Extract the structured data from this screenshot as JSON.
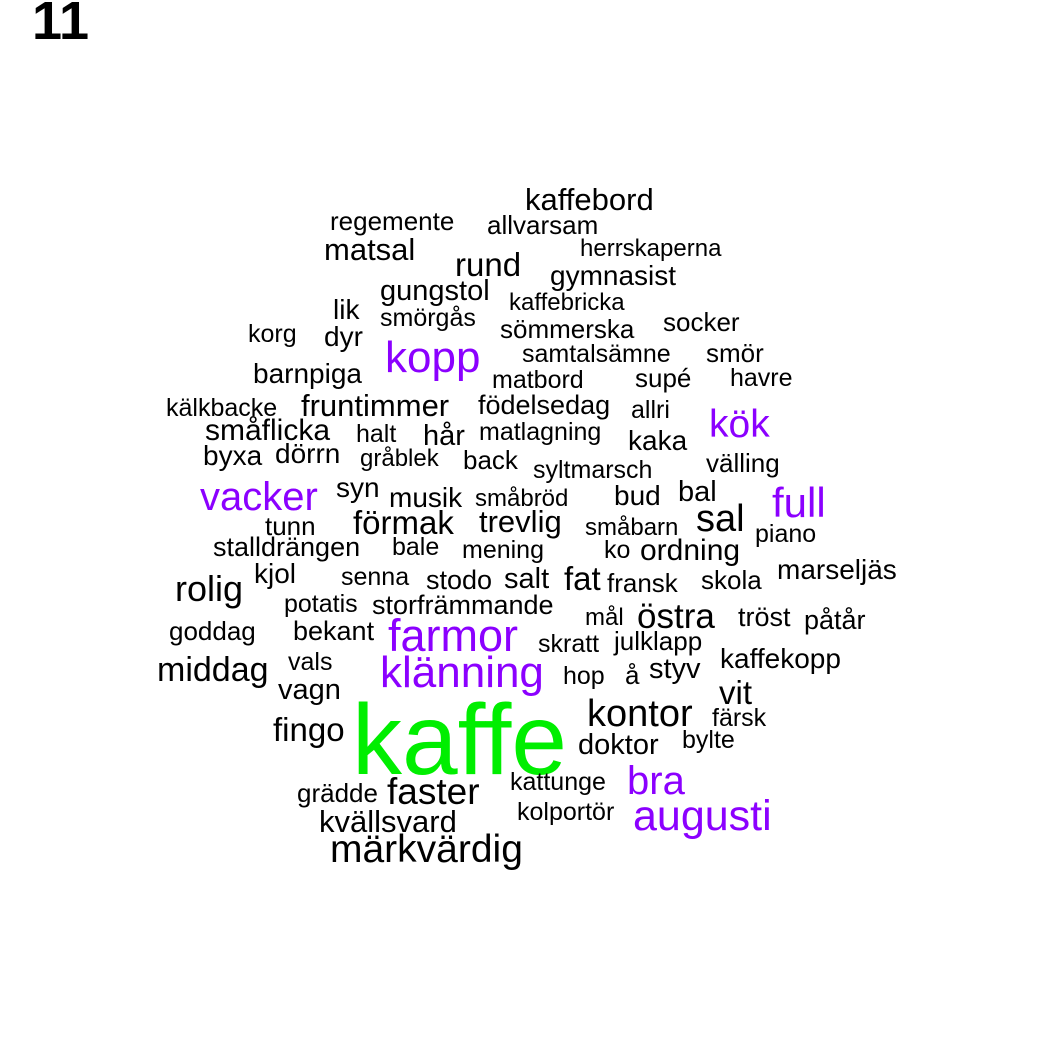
{
  "panel_label": "11",
  "colors": {
    "black": "#000000",
    "purple": "#8b00ff",
    "green": "#00ee00"
  },
  "words": [
    {
      "text": "kaffe",
      "color": "green"
    },
    {
      "text": "kaffebord",
      "color": "black"
    },
    {
      "text": "regemente",
      "color": "black"
    },
    {
      "text": "allvarsam",
      "color": "black"
    },
    {
      "text": "herrskaperna",
      "color": "black"
    },
    {
      "text": "matsal",
      "color": "black"
    },
    {
      "text": "rund",
      "color": "black"
    },
    {
      "text": "gymnasist",
      "color": "black"
    },
    {
      "text": "gungstol",
      "color": "black"
    },
    {
      "text": "kaffebricka",
      "color": "black"
    },
    {
      "text": "lik",
      "color": "black"
    },
    {
      "text": "smörgås",
      "color": "black"
    },
    {
      "text": "socker",
      "color": "black"
    },
    {
      "text": "korg",
      "color": "black"
    },
    {
      "text": "dyr",
      "color": "black"
    },
    {
      "text": "sömmerska",
      "color": "black"
    },
    {
      "text": "kopp",
      "color": "purple"
    },
    {
      "text": "samtalsämne",
      "color": "black"
    },
    {
      "text": "smör",
      "color": "black"
    },
    {
      "text": "barnpiga",
      "color": "black"
    },
    {
      "text": "matbord",
      "color": "black"
    },
    {
      "text": "supé",
      "color": "black"
    },
    {
      "text": "havre",
      "color": "black"
    },
    {
      "text": "kälkbacke",
      "color": "black"
    },
    {
      "text": "fruntimmer",
      "color": "black"
    },
    {
      "text": "födelsedag",
      "color": "black"
    },
    {
      "text": "allri",
      "color": "black"
    },
    {
      "text": "kök",
      "color": "purple"
    },
    {
      "text": "småflicka",
      "color": "black"
    },
    {
      "text": "halt",
      "color": "black"
    },
    {
      "text": "hår",
      "color": "black"
    },
    {
      "text": "matlagning",
      "color": "black"
    },
    {
      "text": "kaka",
      "color": "black"
    },
    {
      "text": "byxa",
      "color": "black"
    },
    {
      "text": "dörrn",
      "color": "black"
    },
    {
      "text": "gråblek",
      "color": "black"
    },
    {
      "text": "back",
      "color": "black"
    },
    {
      "text": "syltmarsch",
      "color": "black"
    },
    {
      "text": "välling",
      "color": "black"
    },
    {
      "text": "vacker",
      "color": "purple"
    },
    {
      "text": "syn",
      "color": "black"
    },
    {
      "text": "musik",
      "color": "black"
    },
    {
      "text": "småbröd",
      "color": "black"
    },
    {
      "text": "bud",
      "color": "black"
    },
    {
      "text": "bal",
      "color": "black"
    },
    {
      "text": "full",
      "color": "purple"
    },
    {
      "text": "tunn",
      "color": "black"
    },
    {
      "text": "förmak",
      "color": "black"
    },
    {
      "text": "trevlig",
      "color": "black"
    },
    {
      "text": "småbarn",
      "color": "black"
    },
    {
      "text": "sal",
      "color": "black"
    },
    {
      "text": "piano",
      "color": "black"
    },
    {
      "text": "stalldrängen",
      "color": "black"
    },
    {
      "text": "bale",
      "color": "black"
    },
    {
      "text": "mening",
      "color": "black"
    },
    {
      "text": "ko",
      "color": "black"
    },
    {
      "text": "ordning",
      "color": "black"
    },
    {
      "text": "kjol",
      "color": "black"
    },
    {
      "text": "senna",
      "color": "black"
    },
    {
      "text": "stodo",
      "color": "black"
    },
    {
      "text": "salt",
      "color": "black"
    },
    {
      "text": "fat",
      "color": "black"
    },
    {
      "text": "fransk",
      "color": "black"
    },
    {
      "text": "skola",
      "color": "black"
    },
    {
      "text": "marseljäs",
      "color": "black"
    },
    {
      "text": "rolig",
      "color": "black"
    },
    {
      "text": "potatis",
      "color": "black"
    },
    {
      "text": "storfrämmande",
      "color": "black"
    },
    {
      "text": "mål",
      "color": "black"
    },
    {
      "text": "östra",
      "color": "black"
    },
    {
      "text": "tröst",
      "color": "black"
    },
    {
      "text": "påtår",
      "color": "black"
    },
    {
      "text": "goddag",
      "color": "black"
    },
    {
      "text": "bekant",
      "color": "black"
    },
    {
      "text": "farmor",
      "color": "purple"
    },
    {
      "text": "skratt",
      "color": "black"
    },
    {
      "text": "julklapp",
      "color": "black"
    },
    {
      "text": "middag",
      "color": "black"
    },
    {
      "text": "vals",
      "color": "black"
    },
    {
      "text": "klänning",
      "color": "purple"
    },
    {
      "text": "hop",
      "color": "black"
    },
    {
      "text": "å",
      "color": "black"
    },
    {
      "text": "styv",
      "color": "black"
    },
    {
      "text": "kaffekopp",
      "color": "black"
    },
    {
      "text": "vagn",
      "color": "black"
    },
    {
      "text": "vit",
      "color": "black"
    },
    {
      "text": "kontor",
      "color": "black"
    },
    {
      "text": "färsk",
      "color": "black"
    },
    {
      "text": "fingo",
      "color": "black"
    },
    {
      "text": "doktor",
      "color": "black"
    },
    {
      "text": "bylte",
      "color": "black"
    },
    {
      "text": "bra",
      "color": "purple"
    },
    {
      "text": "kattunge",
      "color": "black"
    },
    {
      "text": "grädde",
      "color": "black"
    },
    {
      "text": "faster",
      "color": "black"
    },
    {
      "text": "kolportör",
      "color": "black"
    },
    {
      "text": "augusti",
      "color": "purple"
    },
    {
      "text": "kvällsvard",
      "color": "black"
    },
    {
      "text": "märkvärdig",
      "color": "black"
    }
  ]
}
